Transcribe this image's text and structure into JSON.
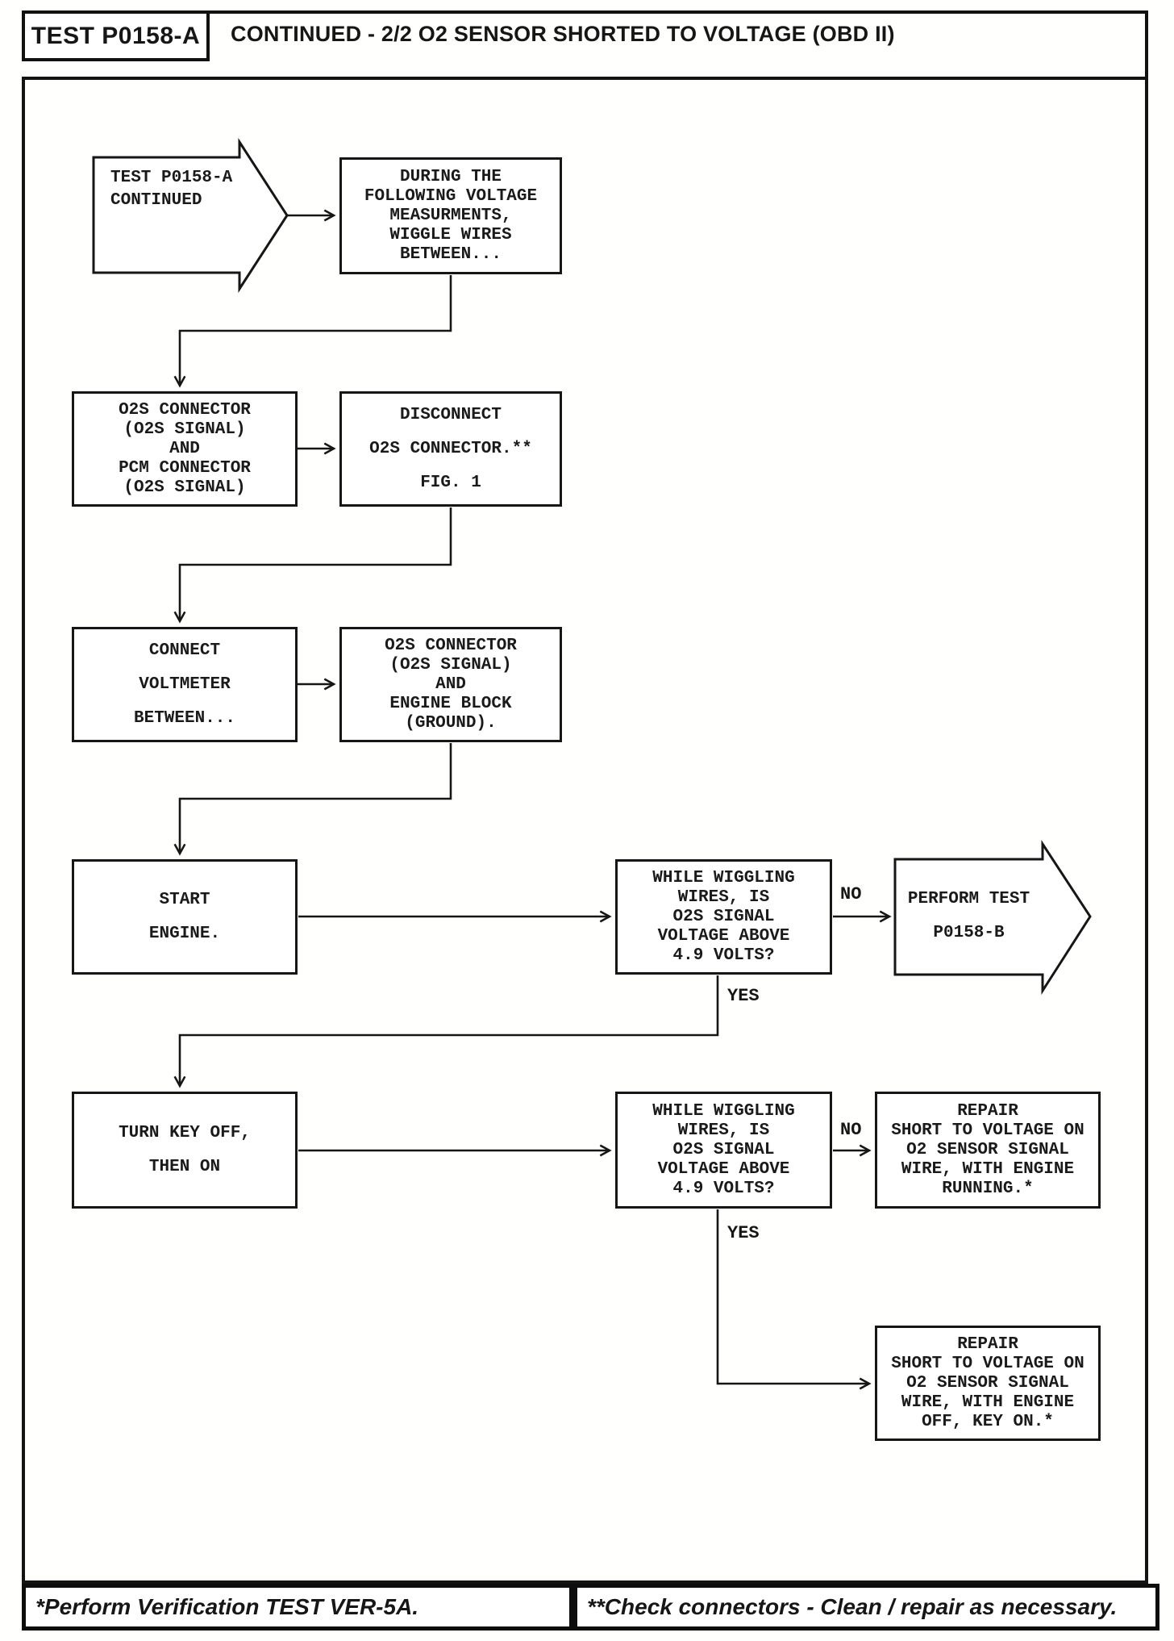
{
  "header": {
    "test_label": "TEST P0158-A",
    "title": "CONTINUED - 2/2 O2 SENSOR SHORTED TO VOLTAGE (OBD II)"
  },
  "flowchart": {
    "start_pentagon": {
      "lines": [
        "TEST P0158-A",
        "CONTINUED"
      ]
    },
    "during": {
      "lines": [
        "DURING THE",
        "FOLLOWING VOLTAGE",
        "MEASURMENTS,",
        "WIGGLE WIRES",
        "BETWEEN..."
      ]
    },
    "o2s_pcm": {
      "lines": [
        "O2S CONNECTOR",
        "(O2S SIGNAL)",
        "AND",
        "PCM CONNECTOR",
        "(O2S SIGNAL)"
      ]
    },
    "disconnect": {
      "lines": [
        "DISCONNECT",
        "O2S CONNECTOR.**",
        "FIG. 1"
      ]
    },
    "connect_voltmeter": {
      "lines": [
        "CONNECT",
        "VOLTMETER",
        "BETWEEN..."
      ]
    },
    "o2s_engine_block": {
      "lines": [
        "O2S CONNECTOR",
        "(O2S SIGNAL)",
        "AND",
        "ENGINE BLOCK",
        "(GROUND)."
      ]
    },
    "start_engine": {
      "lines": [
        "START",
        "ENGINE."
      ]
    },
    "decision1": {
      "lines": [
        "WHILE WIGGLING",
        "WIRES, IS",
        "O2S SIGNAL",
        "VOLTAGE ABOVE",
        "4.9 VOLTS?"
      ]
    },
    "perform_test": {
      "lines": [
        "PERFORM TEST",
        "P0158-B"
      ]
    },
    "turn_key": {
      "lines": [
        "TURN KEY OFF,",
        "THEN ON"
      ]
    },
    "decision2": {
      "lines": [
        "WHILE WIGGLING",
        "WIRES, IS",
        "O2S SIGNAL",
        "VOLTAGE ABOVE",
        "4.9 VOLTS?"
      ]
    },
    "repair_running": {
      "lines": [
        "REPAIR",
        "SHORT TO VOLTAGE ON",
        "O2 SENSOR SIGNAL",
        "WIRE, WITH ENGINE",
        "RUNNING.*"
      ]
    },
    "repair_key_on": {
      "lines": [
        "REPAIR",
        "SHORT TO VOLTAGE ON",
        "O2 SENSOR SIGNAL",
        "WIRE, WITH ENGINE",
        "OFF, KEY ON.*"
      ]
    },
    "labels": {
      "no1": "NO",
      "yes1": "YES",
      "no2": "NO",
      "yes2": "YES"
    }
  },
  "footer": {
    "left_note": "*Perform Verification TEST VER-5A.",
    "right_note": "**Check connectors - Clean / repair as necessary."
  },
  "colors": {
    "ink": "#161616",
    "paper": "#ffffff"
  }
}
